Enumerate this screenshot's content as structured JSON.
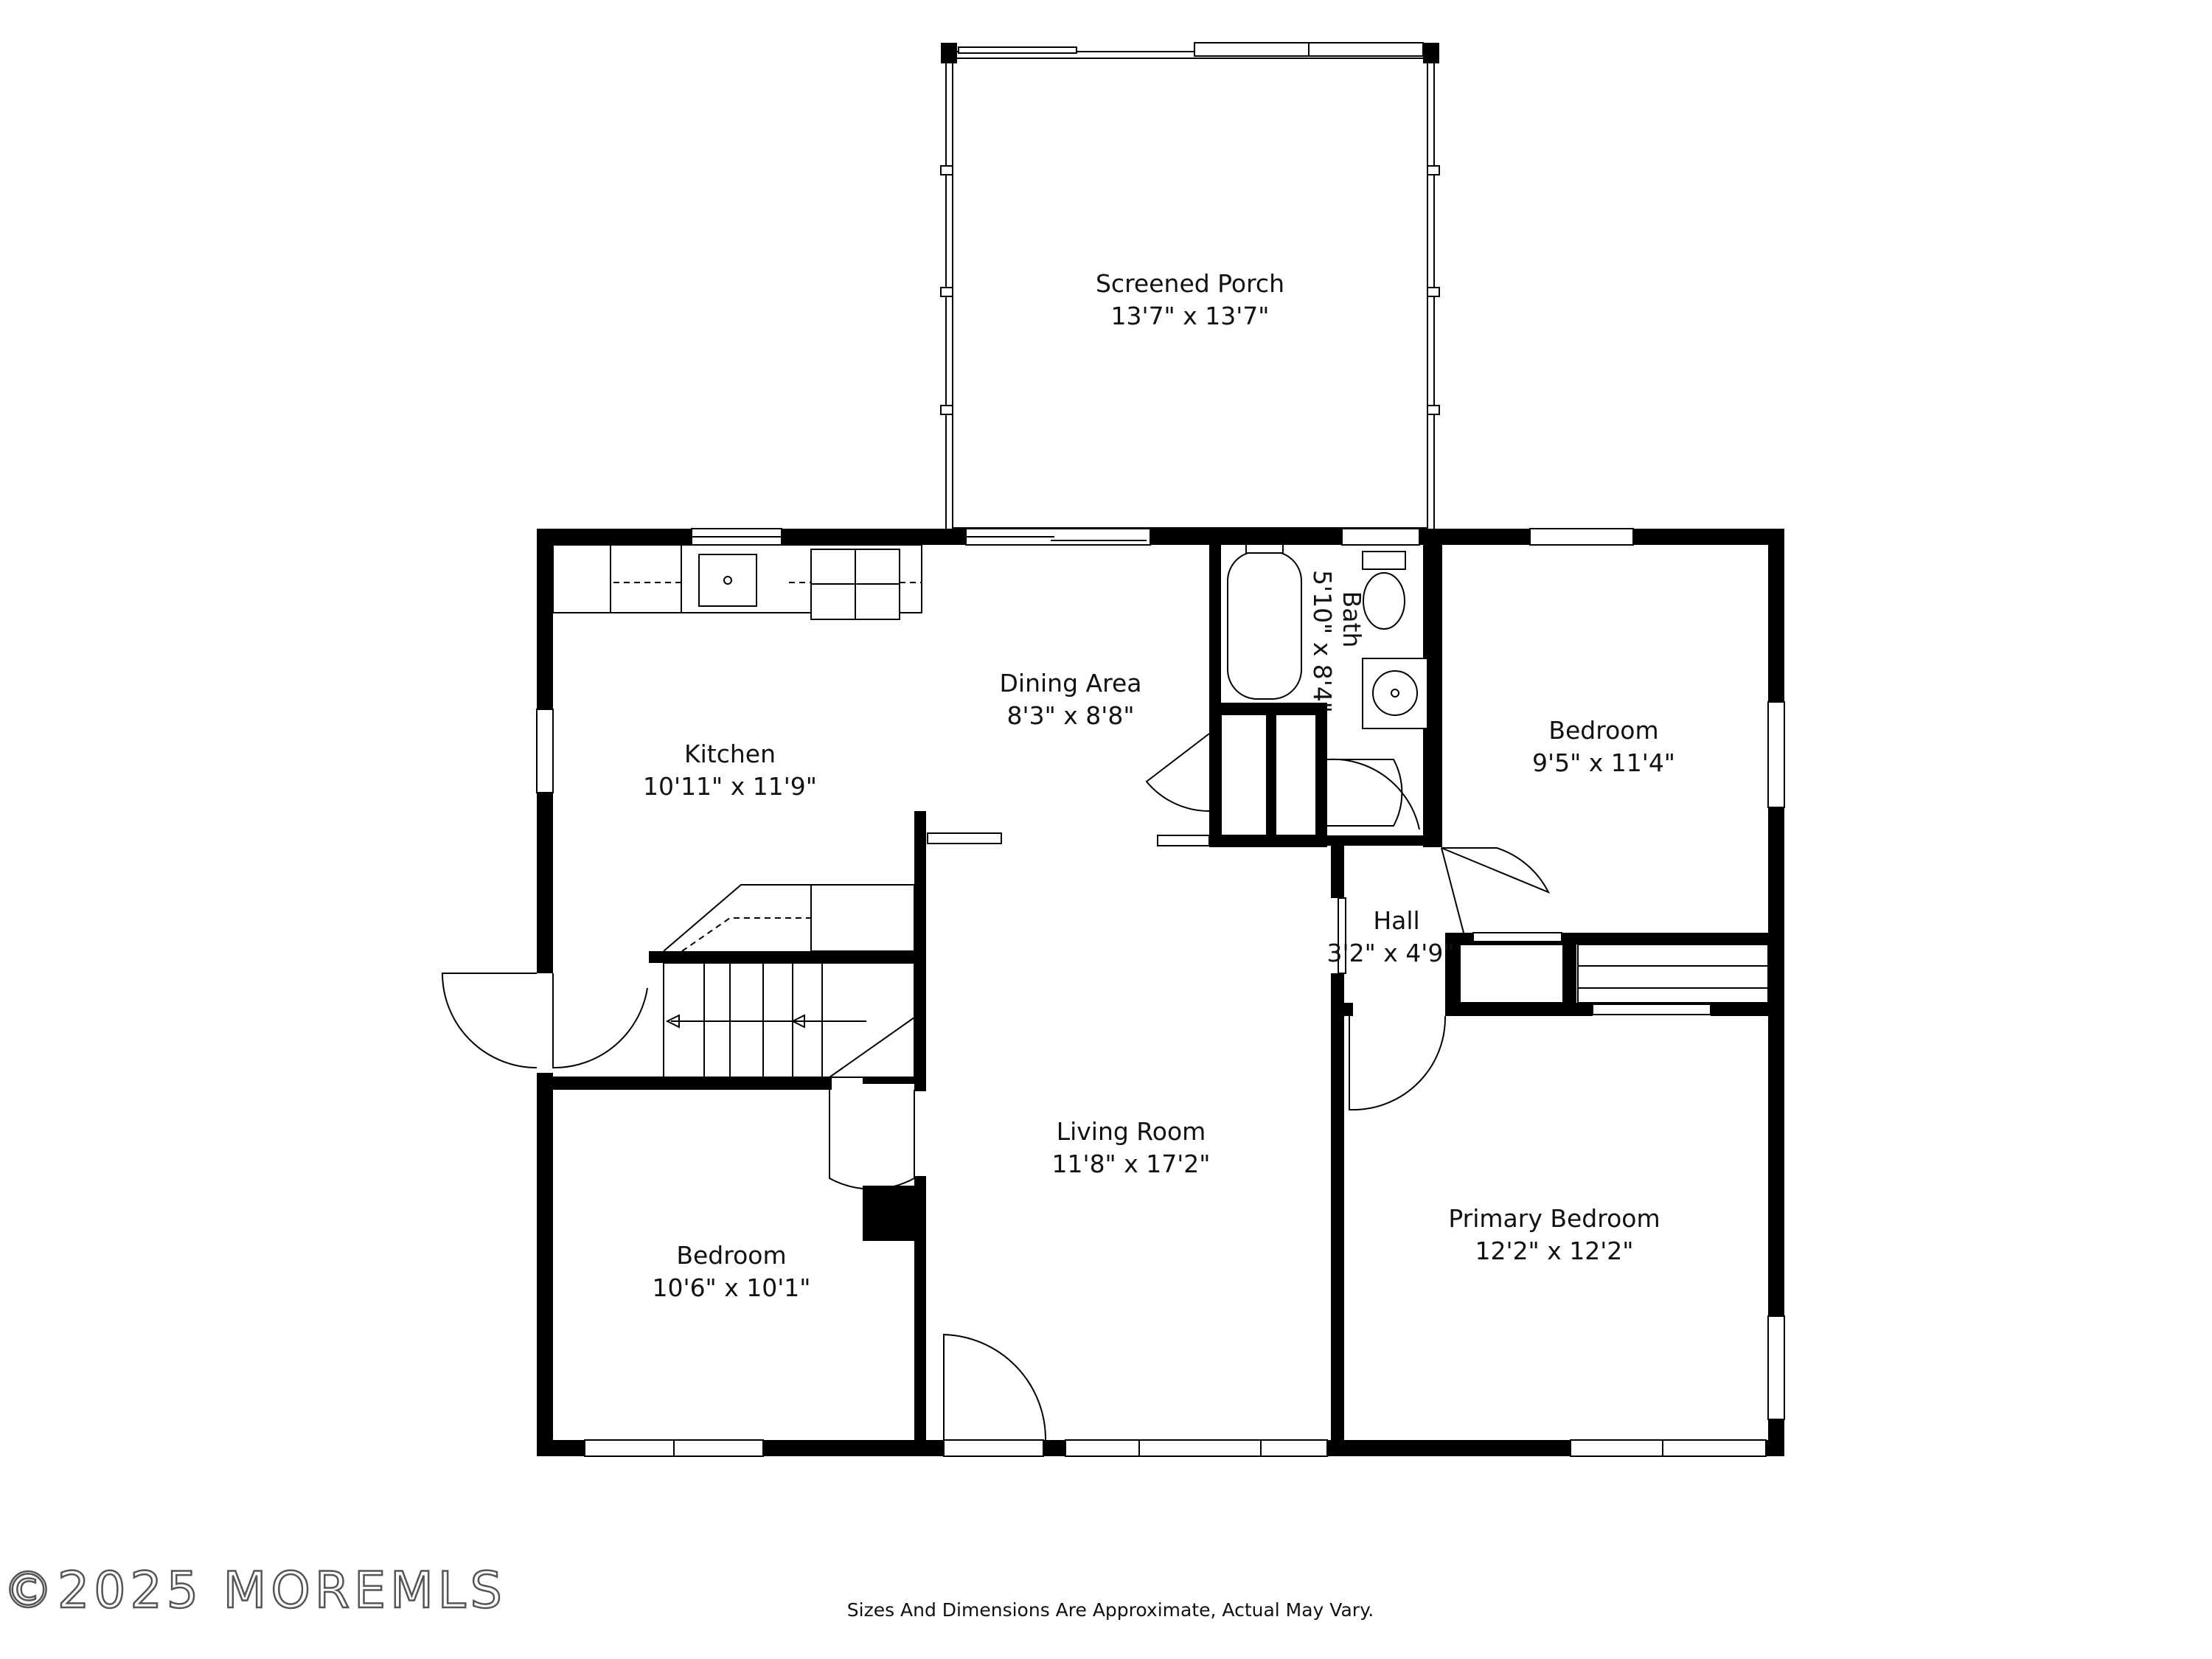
{
  "rooms": {
    "screened_porch": {
      "name": "Screened Porch",
      "dims": "13'7\" x 13'7\""
    },
    "dining_area": {
      "name": "Dining Area",
      "dims": "8'3\" x 8'8\""
    },
    "kitchen": {
      "name": "Kitchen",
      "dims": "10'11\" x 11'9\""
    },
    "bath": {
      "name": "Bath",
      "dims": "5'10\" x 8'4\""
    },
    "bedroom_east": {
      "name": "Bedroom",
      "dims": "9'5\" x 11'4\""
    },
    "hall": {
      "name": "Hall",
      "dims": "3'2\" x 4'9\""
    },
    "living_room": {
      "name": "Living Room",
      "dims": "11'8\" x 17'2\""
    },
    "bedroom_west": {
      "name": "Bedroom",
      "dims": "10'6\" x 10'1\""
    },
    "primary_bedroom": {
      "name": "Primary Bedroom",
      "dims": "12'2\" x 12'2\""
    }
  },
  "footer": {
    "disclaimer": "Sizes And Dimensions Are Approximate, Actual May Vary."
  },
  "watermark": {
    "text": "©2025 MOREMLS"
  },
  "colors": {
    "wall": "#000000",
    "background": "#ffffff",
    "watermark": "#555555"
  }
}
